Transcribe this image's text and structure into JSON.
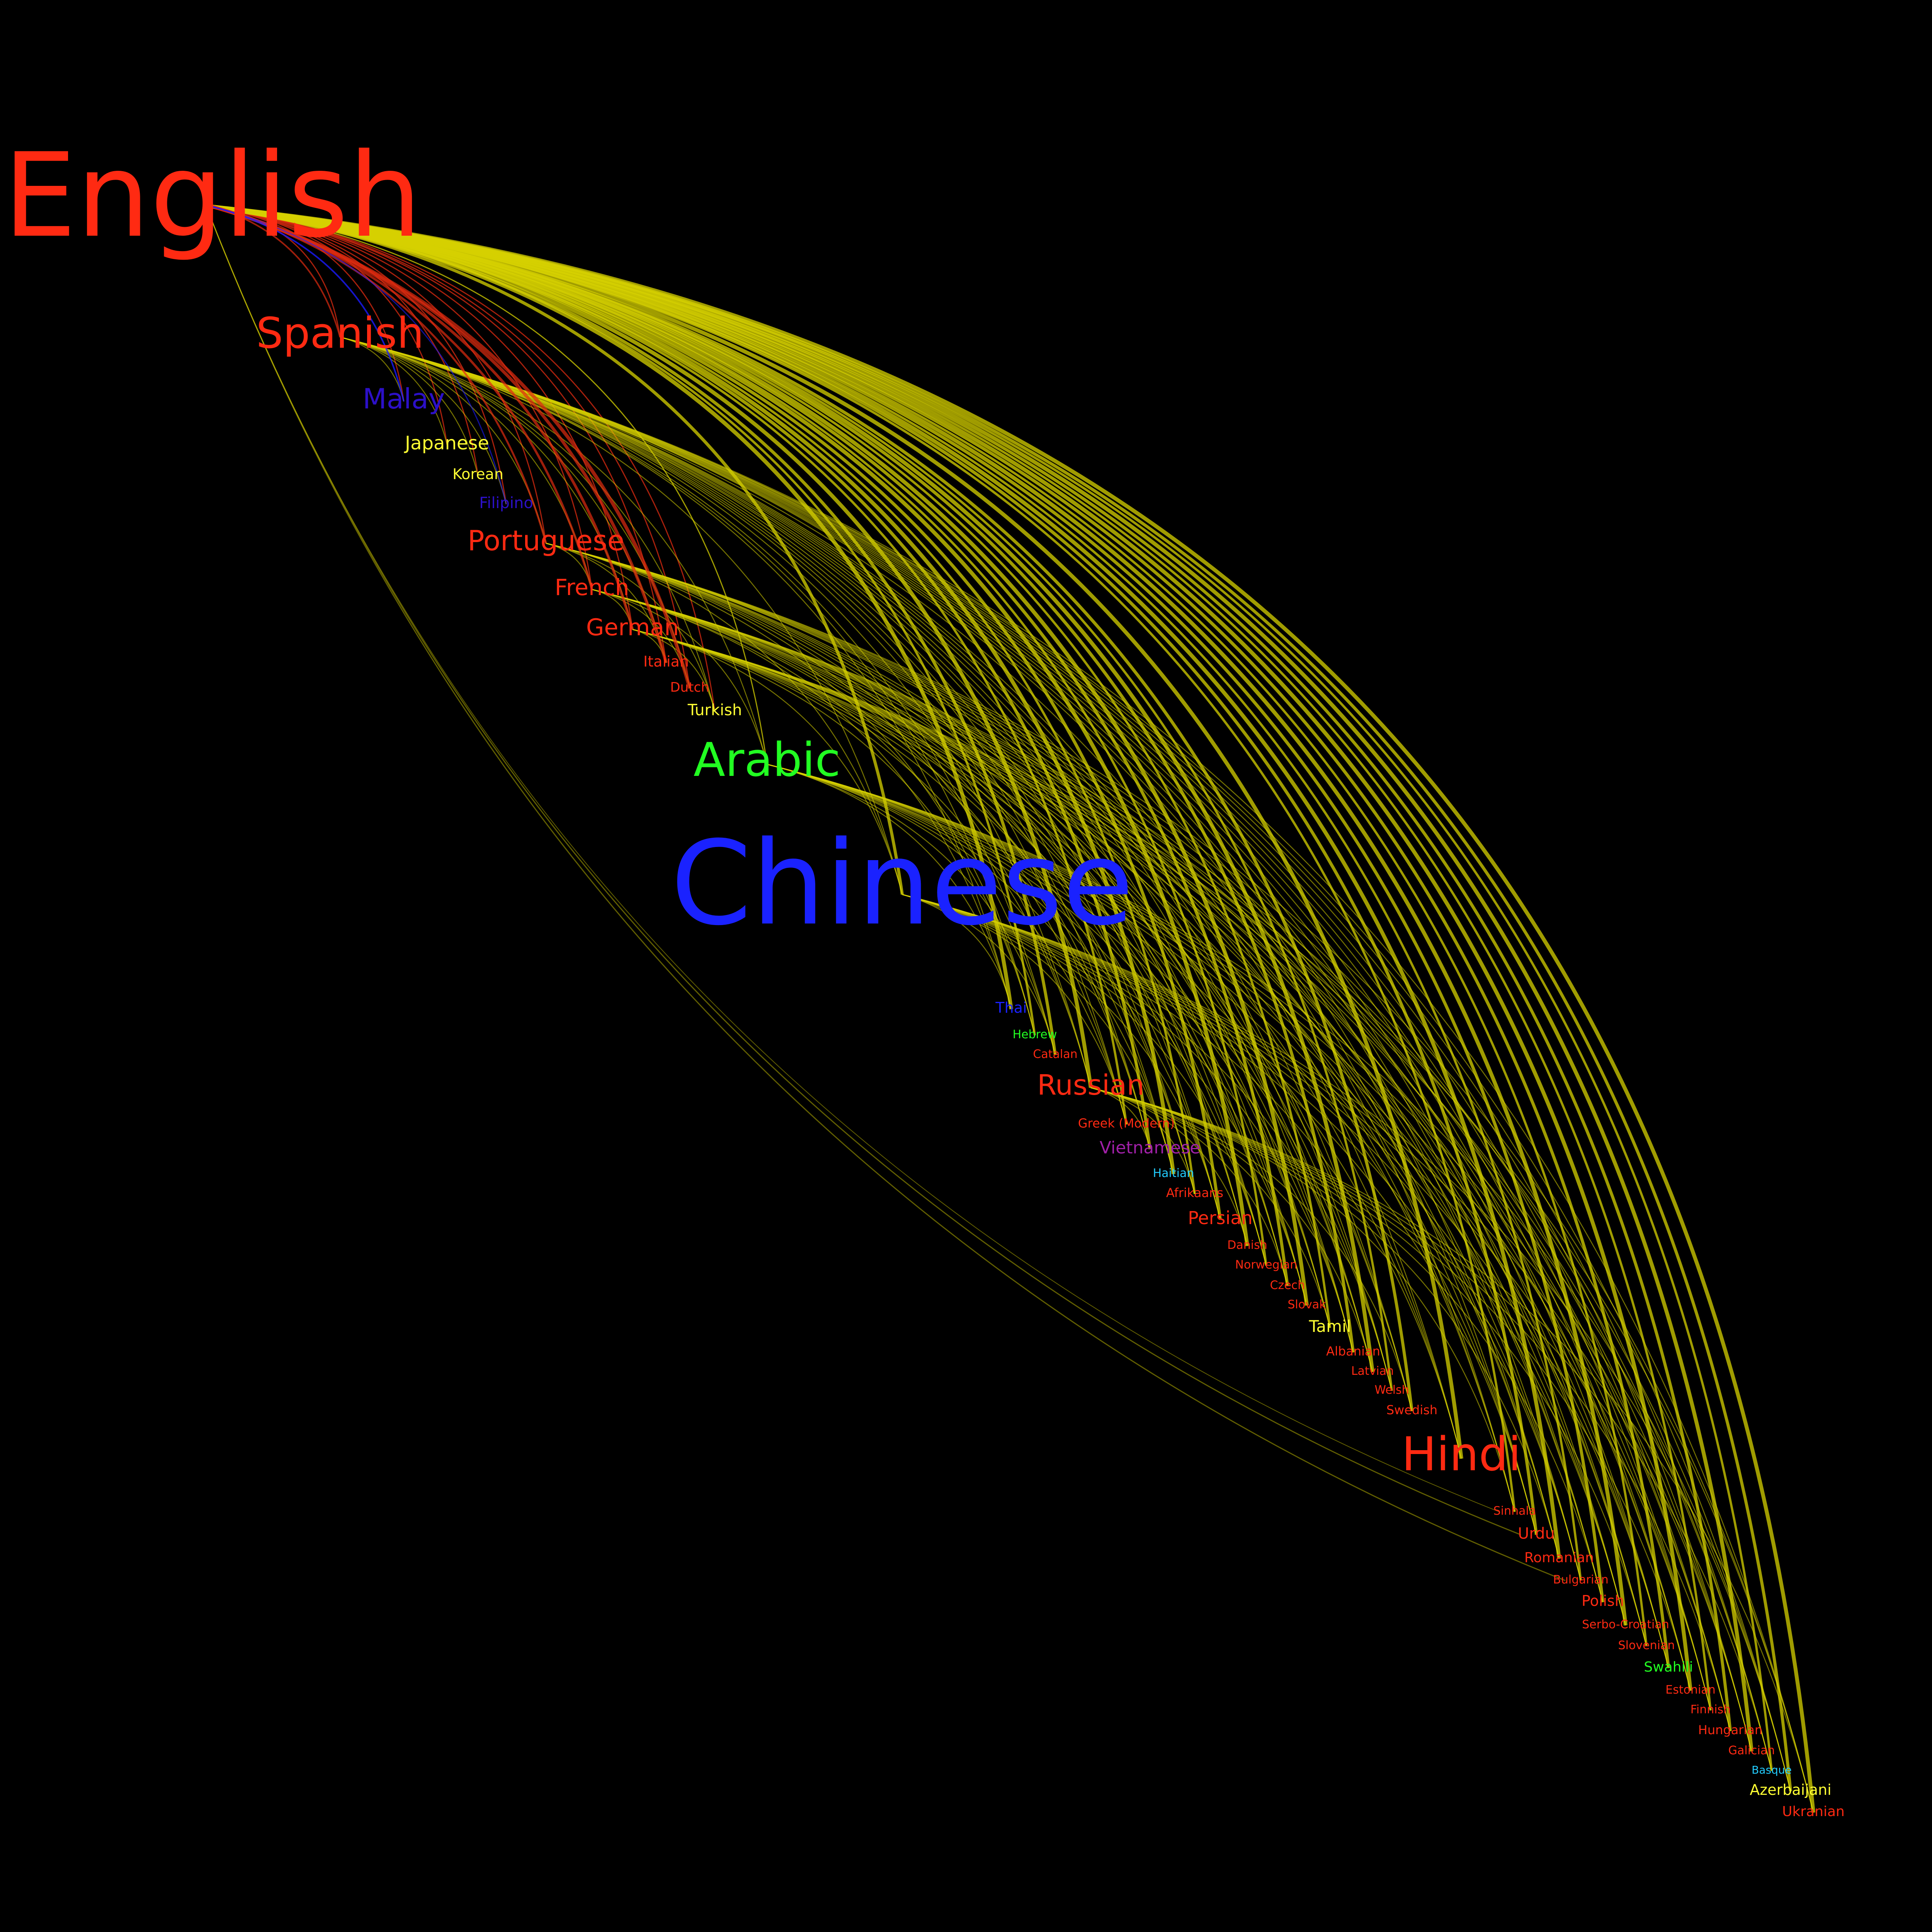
{
  "graph": {
    "colors": {
      "background": "#000000",
      "red": "#ff2a12",
      "blue": "#1a22ff",
      "deep_blue": "#2c10c8",
      "yellow": "#ffff33",
      "green": "#22ff22",
      "purple": "#a020a8",
      "cyan": "#22ccff",
      "edge_yellow": "#d6d000",
      "edge_red": "#e02b10",
      "edge_blue": "#1a1aff"
    },
    "nodes": [
      {
        "id": "english",
        "label": "English",
        "color": "red"
      },
      {
        "id": "spanish",
        "label": "Spanish",
        "color": "red"
      },
      {
        "id": "malay",
        "label": "Malay",
        "color": "deep_blue"
      },
      {
        "id": "japanese",
        "label": "Japanese",
        "color": "yellow"
      },
      {
        "id": "korean",
        "label": "Korean",
        "color": "yellow"
      },
      {
        "id": "filipino",
        "label": "Filipino",
        "color": "deep_blue"
      },
      {
        "id": "portuguese",
        "label": "Portuguese",
        "color": "red"
      },
      {
        "id": "french",
        "label": "French",
        "color": "red"
      },
      {
        "id": "german",
        "label": "German",
        "color": "red"
      },
      {
        "id": "italian",
        "label": "Italian",
        "color": "red"
      },
      {
        "id": "dutch",
        "label": "Dutch",
        "color": "red"
      },
      {
        "id": "turkish",
        "label": "Turkish",
        "color": "yellow"
      },
      {
        "id": "arabic",
        "label": "Arabic",
        "color": "green"
      },
      {
        "id": "chinese",
        "label": "Chinese",
        "color": "blue"
      },
      {
        "id": "thai",
        "label": "Thai",
        "color": "blue"
      },
      {
        "id": "hebrew",
        "label": "Hebrew",
        "color": "green"
      },
      {
        "id": "catalan",
        "label": "Catalan",
        "color": "red"
      },
      {
        "id": "russian",
        "label": "Russian",
        "color": "red"
      },
      {
        "id": "greek",
        "label": "Greek (Modern)",
        "color": "red"
      },
      {
        "id": "vietnamese",
        "label": "Vietnamese",
        "color": "purple"
      },
      {
        "id": "haitian",
        "label": "Haitian",
        "color": "cyan"
      },
      {
        "id": "afrikaans",
        "label": "Afrikaans",
        "color": "red"
      },
      {
        "id": "persian",
        "label": "Persian",
        "color": "red"
      },
      {
        "id": "danish",
        "label": "Danish",
        "color": "red"
      },
      {
        "id": "norwegian",
        "label": "Norwegian",
        "color": "red"
      },
      {
        "id": "czech",
        "label": "Czech",
        "color": "red"
      },
      {
        "id": "slovak",
        "label": "Slovak",
        "color": "red"
      },
      {
        "id": "tamil",
        "label": "Tamil",
        "color": "yellow"
      },
      {
        "id": "albanian",
        "label": "Albanian",
        "color": "red"
      },
      {
        "id": "latvian",
        "label": "Latvian",
        "color": "red"
      },
      {
        "id": "welsh",
        "label": "Welsh",
        "color": "red"
      },
      {
        "id": "swedish",
        "label": "Swedish",
        "color": "red"
      },
      {
        "id": "hindi",
        "label": "Hindi",
        "color": "red"
      },
      {
        "id": "sinhala",
        "label": "Sinhala",
        "color": "red"
      },
      {
        "id": "urdu",
        "label": "Urdu",
        "color": "red"
      },
      {
        "id": "romanian",
        "label": "Romanian",
        "color": "red"
      },
      {
        "id": "bulgarian",
        "label": "Bulgarian",
        "color": "red"
      },
      {
        "id": "polish",
        "label": "Polish",
        "color": "red"
      },
      {
        "id": "serbo_croatian",
        "label": "Serbo-Croatian",
        "color": "red"
      },
      {
        "id": "slovenian",
        "label": "Slovenian",
        "color": "red"
      },
      {
        "id": "swahili",
        "label": "Swahili",
        "color": "green"
      },
      {
        "id": "estonian",
        "label": "Estonian",
        "color": "red"
      },
      {
        "id": "finnish",
        "label": "Finnish",
        "color": "red"
      },
      {
        "id": "hungarian",
        "label": "Hungarian",
        "color": "red"
      },
      {
        "id": "galician",
        "label": "Galician",
        "color": "red"
      },
      {
        "id": "basque",
        "label": "Basque",
        "color": "cyan"
      },
      {
        "id": "azerbaijani",
        "label": "Azerbaijani",
        "color": "yellow"
      },
      {
        "id": "ukranian",
        "label": "Ukranian",
        "color": "red"
      }
    ]
  }
}
